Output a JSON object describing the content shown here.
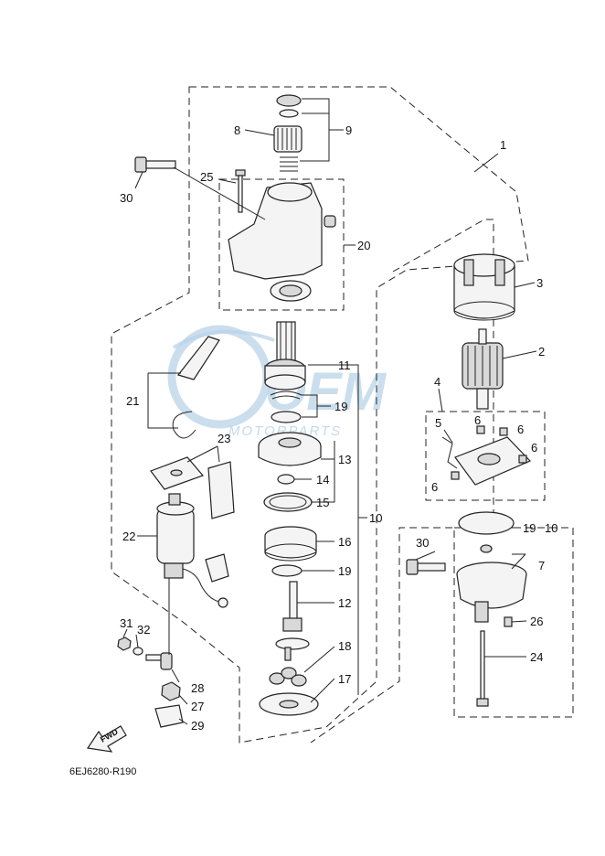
{
  "watermark": {
    "brand": "OEM",
    "tagline": "MOTORPARTS",
    "color": "#b9d3e8"
  },
  "footer": {
    "diagram_code": "6EJ6280-R190",
    "fwd_label": "FWD"
  },
  "callouts": {
    "c1": "1",
    "c2": "2",
    "c3": "3",
    "c4": "4",
    "c5": "5",
    "c6a": "6",
    "c6b": "6",
    "c6c": "6",
    "c6d": "6",
    "c7": "7",
    "c8": "8",
    "c9": "9",
    "c10a": "10",
    "c10b": "10",
    "c11": "11",
    "c12": "12",
    "c13": "13",
    "c14": "14",
    "c15": "15",
    "c16": "16",
    "c17": "17",
    "c18": "18",
    "c19a": "19",
    "c19b": "19",
    "c19c": "19",
    "c20": "20",
    "c21": "21",
    "c22": "22",
    "c23": "23",
    "c24": "24",
    "c25": "25",
    "c26": "26",
    "c27": "27",
    "c28": "28",
    "c29": "29",
    "c30a": "30",
    "c30b": "30",
    "c31": "31",
    "c32": "32"
  }
}
